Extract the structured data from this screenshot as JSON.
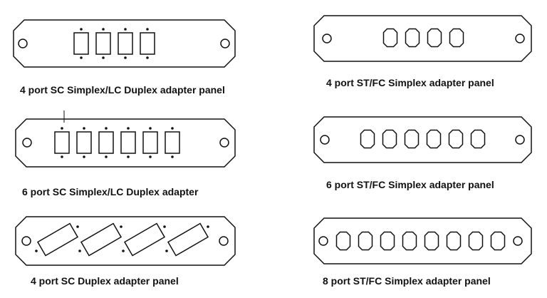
{
  "colors": {
    "outline": "#111111",
    "fill": "#ffffff",
    "text": "#111111"
  },
  "panels": [
    {
      "id": "sc4",
      "ports": 4,
      "port_style": "sc-square",
      "caption": "4 port SC Simplex/LC Duplex adapter panel"
    },
    {
      "id": "stfc4",
      "ports": 4,
      "port_style": "st-octagon",
      "caption": "4 port ST/FC Simplex adapter panel"
    },
    {
      "id": "sc6",
      "ports": 6,
      "port_style": "sc-square",
      "caption": "6 port SC Simplex/LC Duplex adapter"
    },
    {
      "id": "stfc6",
      "ports": 6,
      "port_style": "st-octagon",
      "caption": "6 port ST/FC Simplex adapter panel"
    },
    {
      "id": "scd4",
      "ports": 4,
      "port_style": "sc-duplex-tilted",
      "caption": "4 port SC Duplex adapter panel"
    },
    {
      "id": "stfc8",
      "ports": 8,
      "port_style": "st-octagon",
      "caption": "8 port ST/FC Simplex adapter panel"
    }
  ]
}
